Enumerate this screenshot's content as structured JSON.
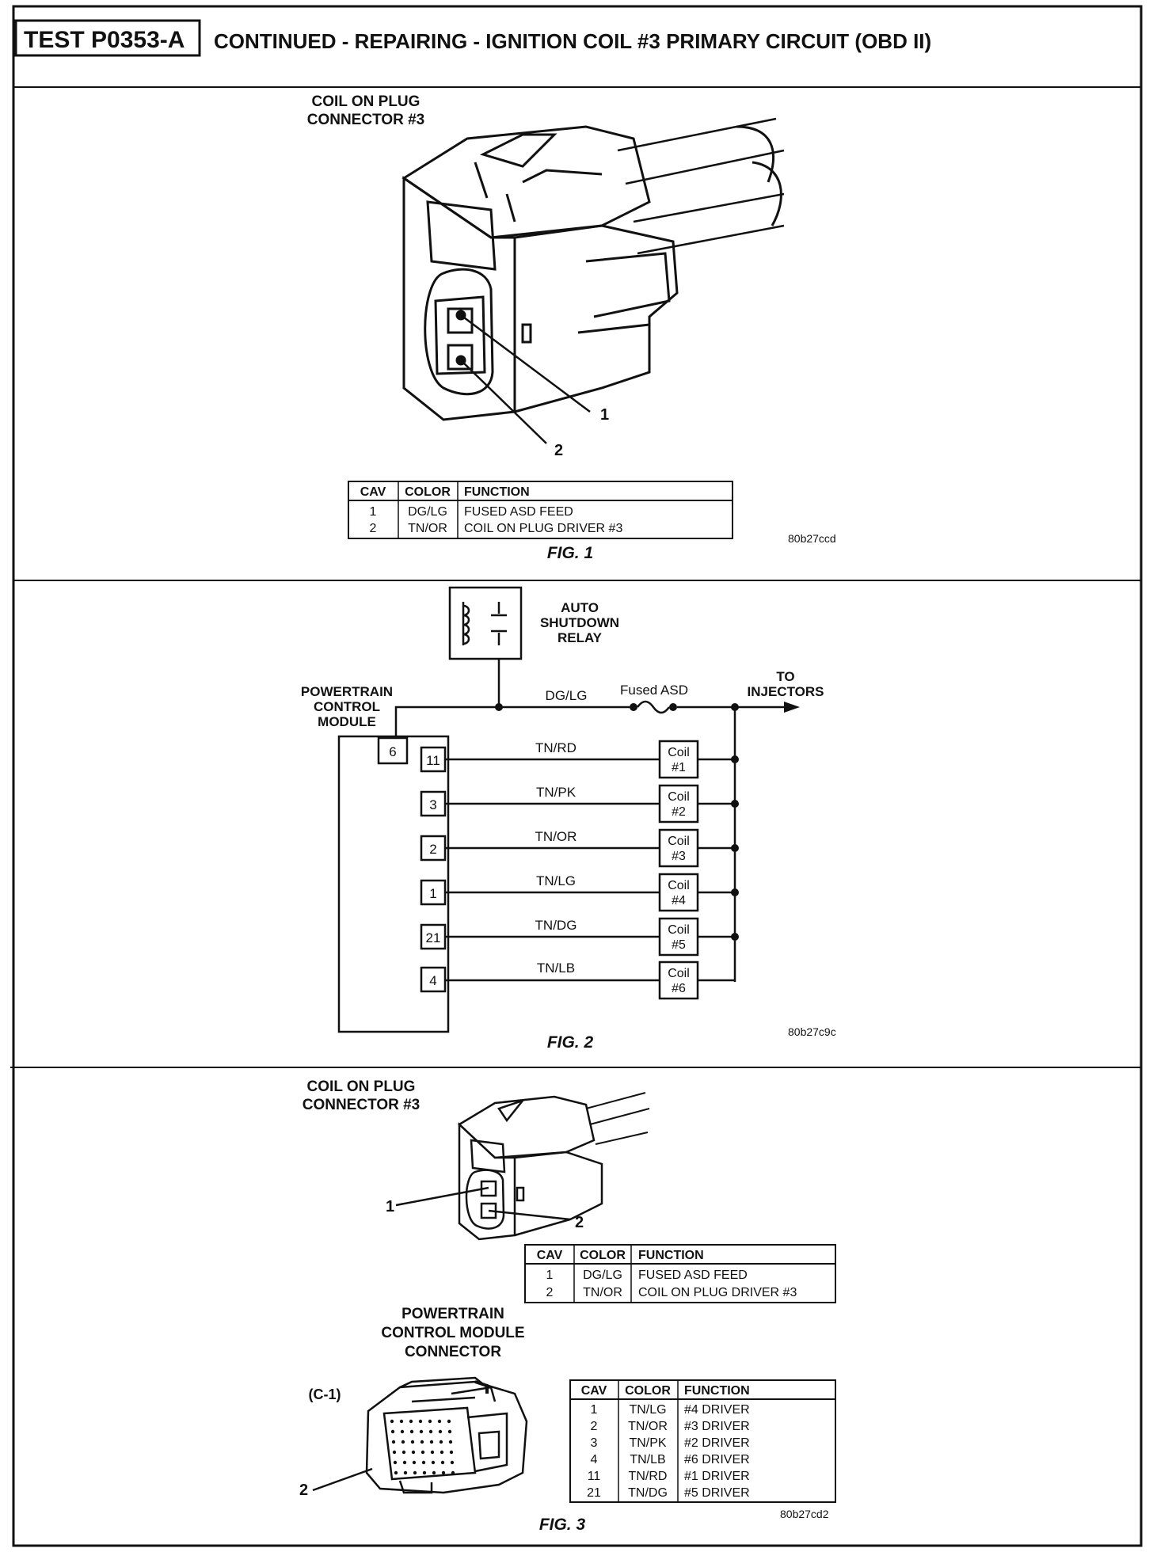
{
  "header": {
    "test_id": "TEST P0353-A",
    "title": "CONTINUED - REPAIRING - IGNITION COIL #3 PRIMARY CIRCUIT (OBD II)"
  },
  "fig1": {
    "connector_label": [
      "COIL ON PLUG",
      "CONNECTOR #3"
    ],
    "callouts": [
      "1",
      "2"
    ],
    "table": {
      "headers": [
        "CAV",
        "COLOR",
        "FUNCTION"
      ],
      "rows": [
        [
          "1",
          "DG/LG",
          "FUSED ASD FEED"
        ],
        [
          "2",
          "TN/OR",
          "COIL ON PLUG DRIVER #3"
        ]
      ]
    },
    "caption": "FIG. 1",
    "code": "80b27ccd"
  },
  "fig2": {
    "relay_label": [
      "AUTO",
      "SHUTDOWN",
      "RELAY"
    ],
    "pcm_label": [
      "POWERTRAIN",
      "CONTROL",
      "MODULE"
    ],
    "pcm_feed_pin": "6",
    "feed_wire": "DG/LG",
    "fuse_label": "Fused ASD",
    "to_label": [
      "TO",
      "INJECTORS"
    ],
    "circuits": [
      {
        "pin": "11",
        "wire": "TN/RD",
        "coil": [
          "Coil",
          "#1"
        ]
      },
      {
        "pin": "3",
        "wire": "TN/PK",
        "coil": [
          "Coil",
          "#2"
        ]
      },
      {
        "pin": "2",
        "wire": "TN/OR",
        "coil": [
          "Coil",
          "#3"
        ]
      },
      {
        "pin": "1",
        "wire": "TN/LG",
        "coil": [
          "Coil",
          "#4"
        ]
      },
      {
        "pin": "21",
        "wire": "TN/DG",
        "coil": [
          "Coil",
          "#5"
        ]
      },
      {
        "pin": "4",
        "wire": "TN/LB",
        "coil": [
          "Coil",
          "#6"
        ]
      }
    ],
    "caption": "FIG. 2",
    "code": "80b27c9c"
  },
  "fig3": {
    "connector_label": [
      "COIL ON PLUG",
      "CONNECTOR #3"
    ],
    "callouts": [
      "1",
      "2"
    ],
    "coil_table": {
      "headers": [
        "CAV",
        "COLOR",
        "FUNCTION"
      ],
      "rows": [
        [
          "1",
          "DG/LG",
          "FUSED ASD FEED"
        ],
        [
          "2",
          "TN/OR",
          "COIL ON PLUG DRIVER #3"
        ]
      ]
    },
    "pcm_label": [
      "POWERTRAIN",
      "CONTROL MODULE",
      "CONNECTOR"
    ],
    "pcm_connector_id": "(C-1)",
    "pcm_callout": "2",
    "pcm_table": {
      "headers": [
        "CAV",
        "COLOR",
        "FUNCTION"
      ],
      "rows": [
        [
          "1",
          "TN/LG",
          "#4 DRIVER"
        ],
        [
          "2",
          "TN/OR",
          "#3 DRIVER"
        ],
        [
          "3",
          "TN/PK",
          "#2 DRIVER"
        ],
        [
          "4",
          "TN/LB",
          "#6 DRIVER"
        ],
        [
          "11",
          "TN/RD",
          "#1 DRIVER"
        ],
        [
          "21",
          "TN/DG",
          "#5 DRIVER"
        ]
      ]
    },
    "caption": "FIG. 3",
    "code": "80b27cd2"
  }
}
